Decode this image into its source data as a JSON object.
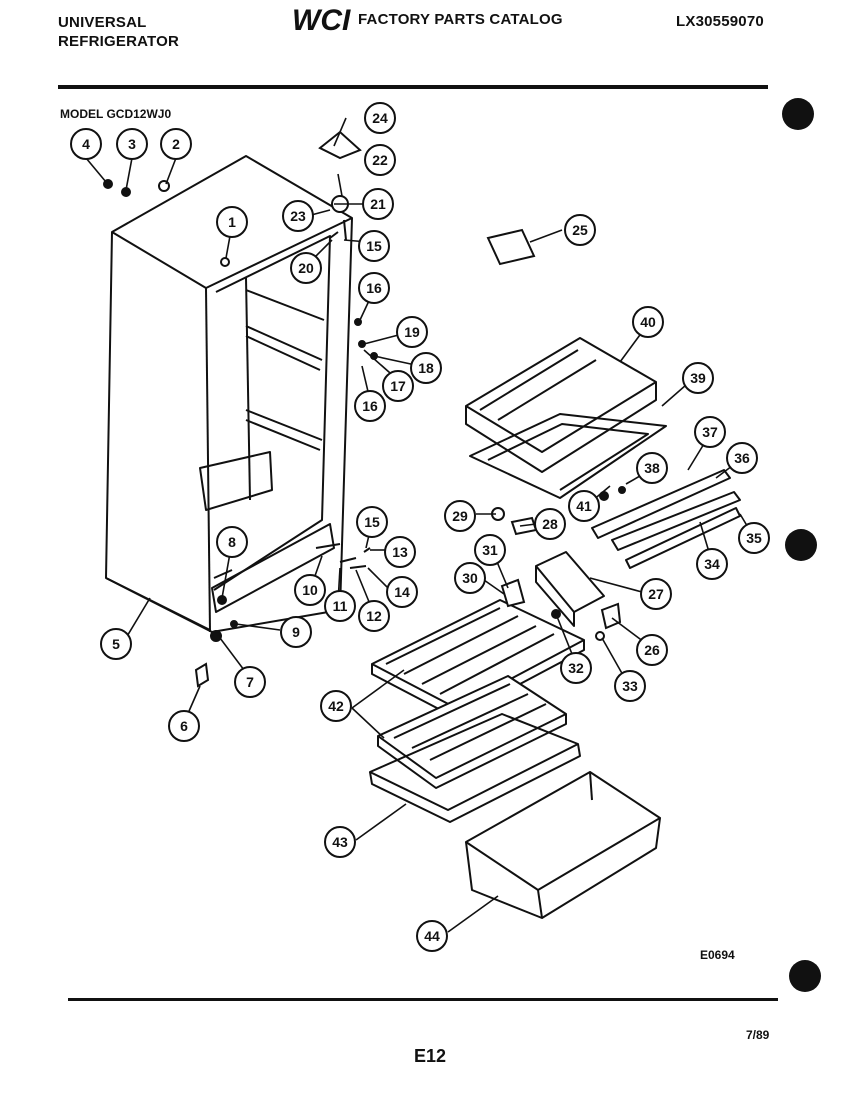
{
  "header": {
    "brand_line1": "UNIVERSAL",
    "brand_line2": "REFRIGERATOR",
    "logo_text": "WCI",
    "catalog": "FACTORY PARTS CATALOG",
    "doc_number": "LX30559070"
  },
  "model": "MODEL GCD12WJ0",
  "footer": {
    "drawing_code": "E0694",
    "date": "7/89",
    "page": "E12"
  },
  "callouts": [
    "1",
    "2",
    "3",
    "4",
    "5",
    "6",
    "7",
    "8",
    "9",
    "10",
    "11",
    "12",
    "13",
    "14",
    "15",
    "15",
    "16",
    "16",
    "17",
    "18",
    "19",
    "20",
    "21",
    "22",
    "23",
    "24",
    "25",
    "26",
    "27",
    "28",
    "29",
    "30",
    "31",
    "32",
    "33",
    "34",
    "35",
    "36",
    "37",
    "38",
    "39",
    "40",
    "41",
    "42",
    "43",
    "44"
  ]
}
